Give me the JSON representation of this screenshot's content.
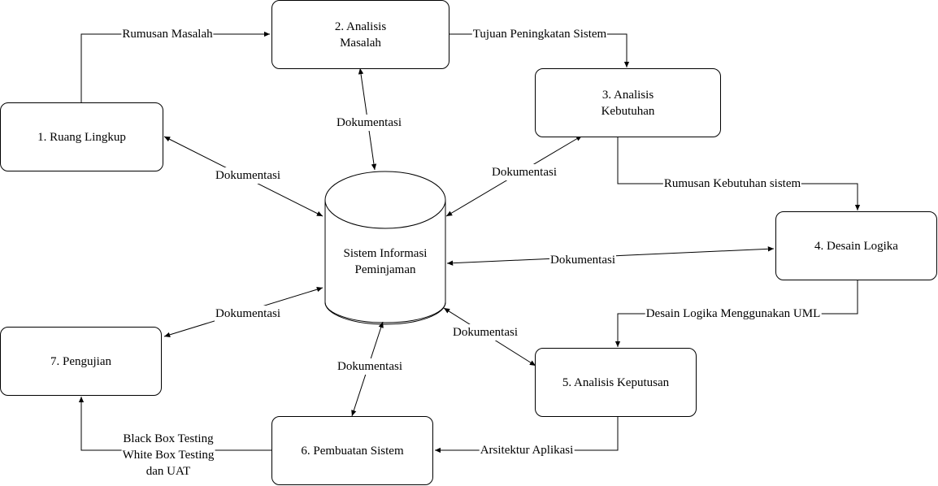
{
  "nodes": {
    "n1": "1. Ruang Lingkup",
    "n2": "2. Analisis\nMasalah",
    "n3": "3. Analisis\nKebutuhan",
    "n4": "4. Desain Logika",
    "n5": "5. Analisis Keputusan",
    "n6": "6. Pembuatan Sistem",
    "n7": "7. Pengujian",
    "db": "Sistem Informasi\nPeminjaman"
  },
  "edges": {
    "e1_2": "Rumusan Masalah",
    "e2_3": "Tujuan Peningkatan Sistem",
    "e3_4": "Rumusan Kebutuhan sistem",
    "e4_5": "Desain Logika Menggunakan UML",
    "e5_6": "Arsitektur Aplikasi",
    "e6_7": "Black Box Testing\nWhite Box Testing\ndan UAT",
    "doc": "Dokumentasi"
  }
}
